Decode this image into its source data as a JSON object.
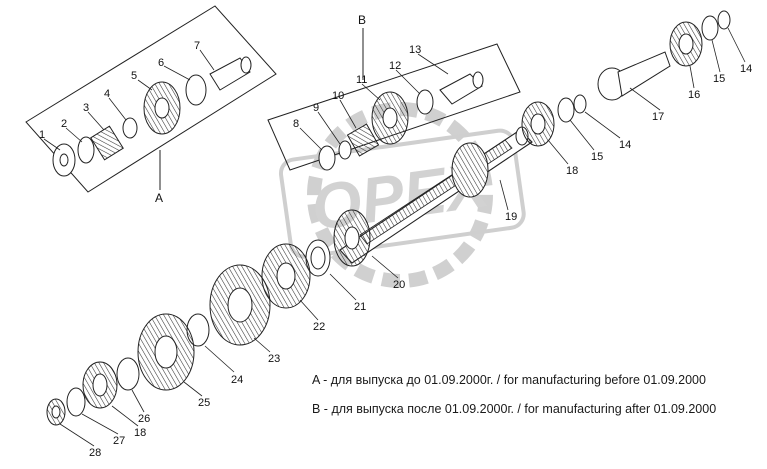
{
  "groups": {
    "a": "A",
    "b": "B"
  },
  "parts": {
    "p1": "1",
    "p2": "2",
    "p3": "3",
    "p4": "4",
    "p5": "5",
    "p6": "6",
    "p7": "7",
    "p8": "8",
    "p9": "9",
    "p10": "10",
    "p11": "11",
    "p12": "12",
    "p13": "13",
    "p14a": "14",
    "p15a": "15",
    "p16": "16",
    "p17": "17",
    "p14b": "14",
    "p15b": "15",
    "p18a": "18",
    "p19": "19",
    "p20": "20",
    "p21": "21",
    "p22": "22",
    "p23": "23",
    "p24": "24",
    "p25": "25",
    "p26": "26",
    "p27": "27",
    "p28": "28",
    "p18b": "18"
  },
  "notes": {
    "a": "A - для выпуска до 01.09.2000г.  /  for manufacturing before 01.09.2000",
    "b": "B  -  для выпуска после 01.09.2000г.  /  for manufacturing after 01.09.2000"
  },
  "watermark": "OPEX",
  "colors": {
    "line": "#1a1a1a",
    "watermark": "#c8c8c8"
  }
}
